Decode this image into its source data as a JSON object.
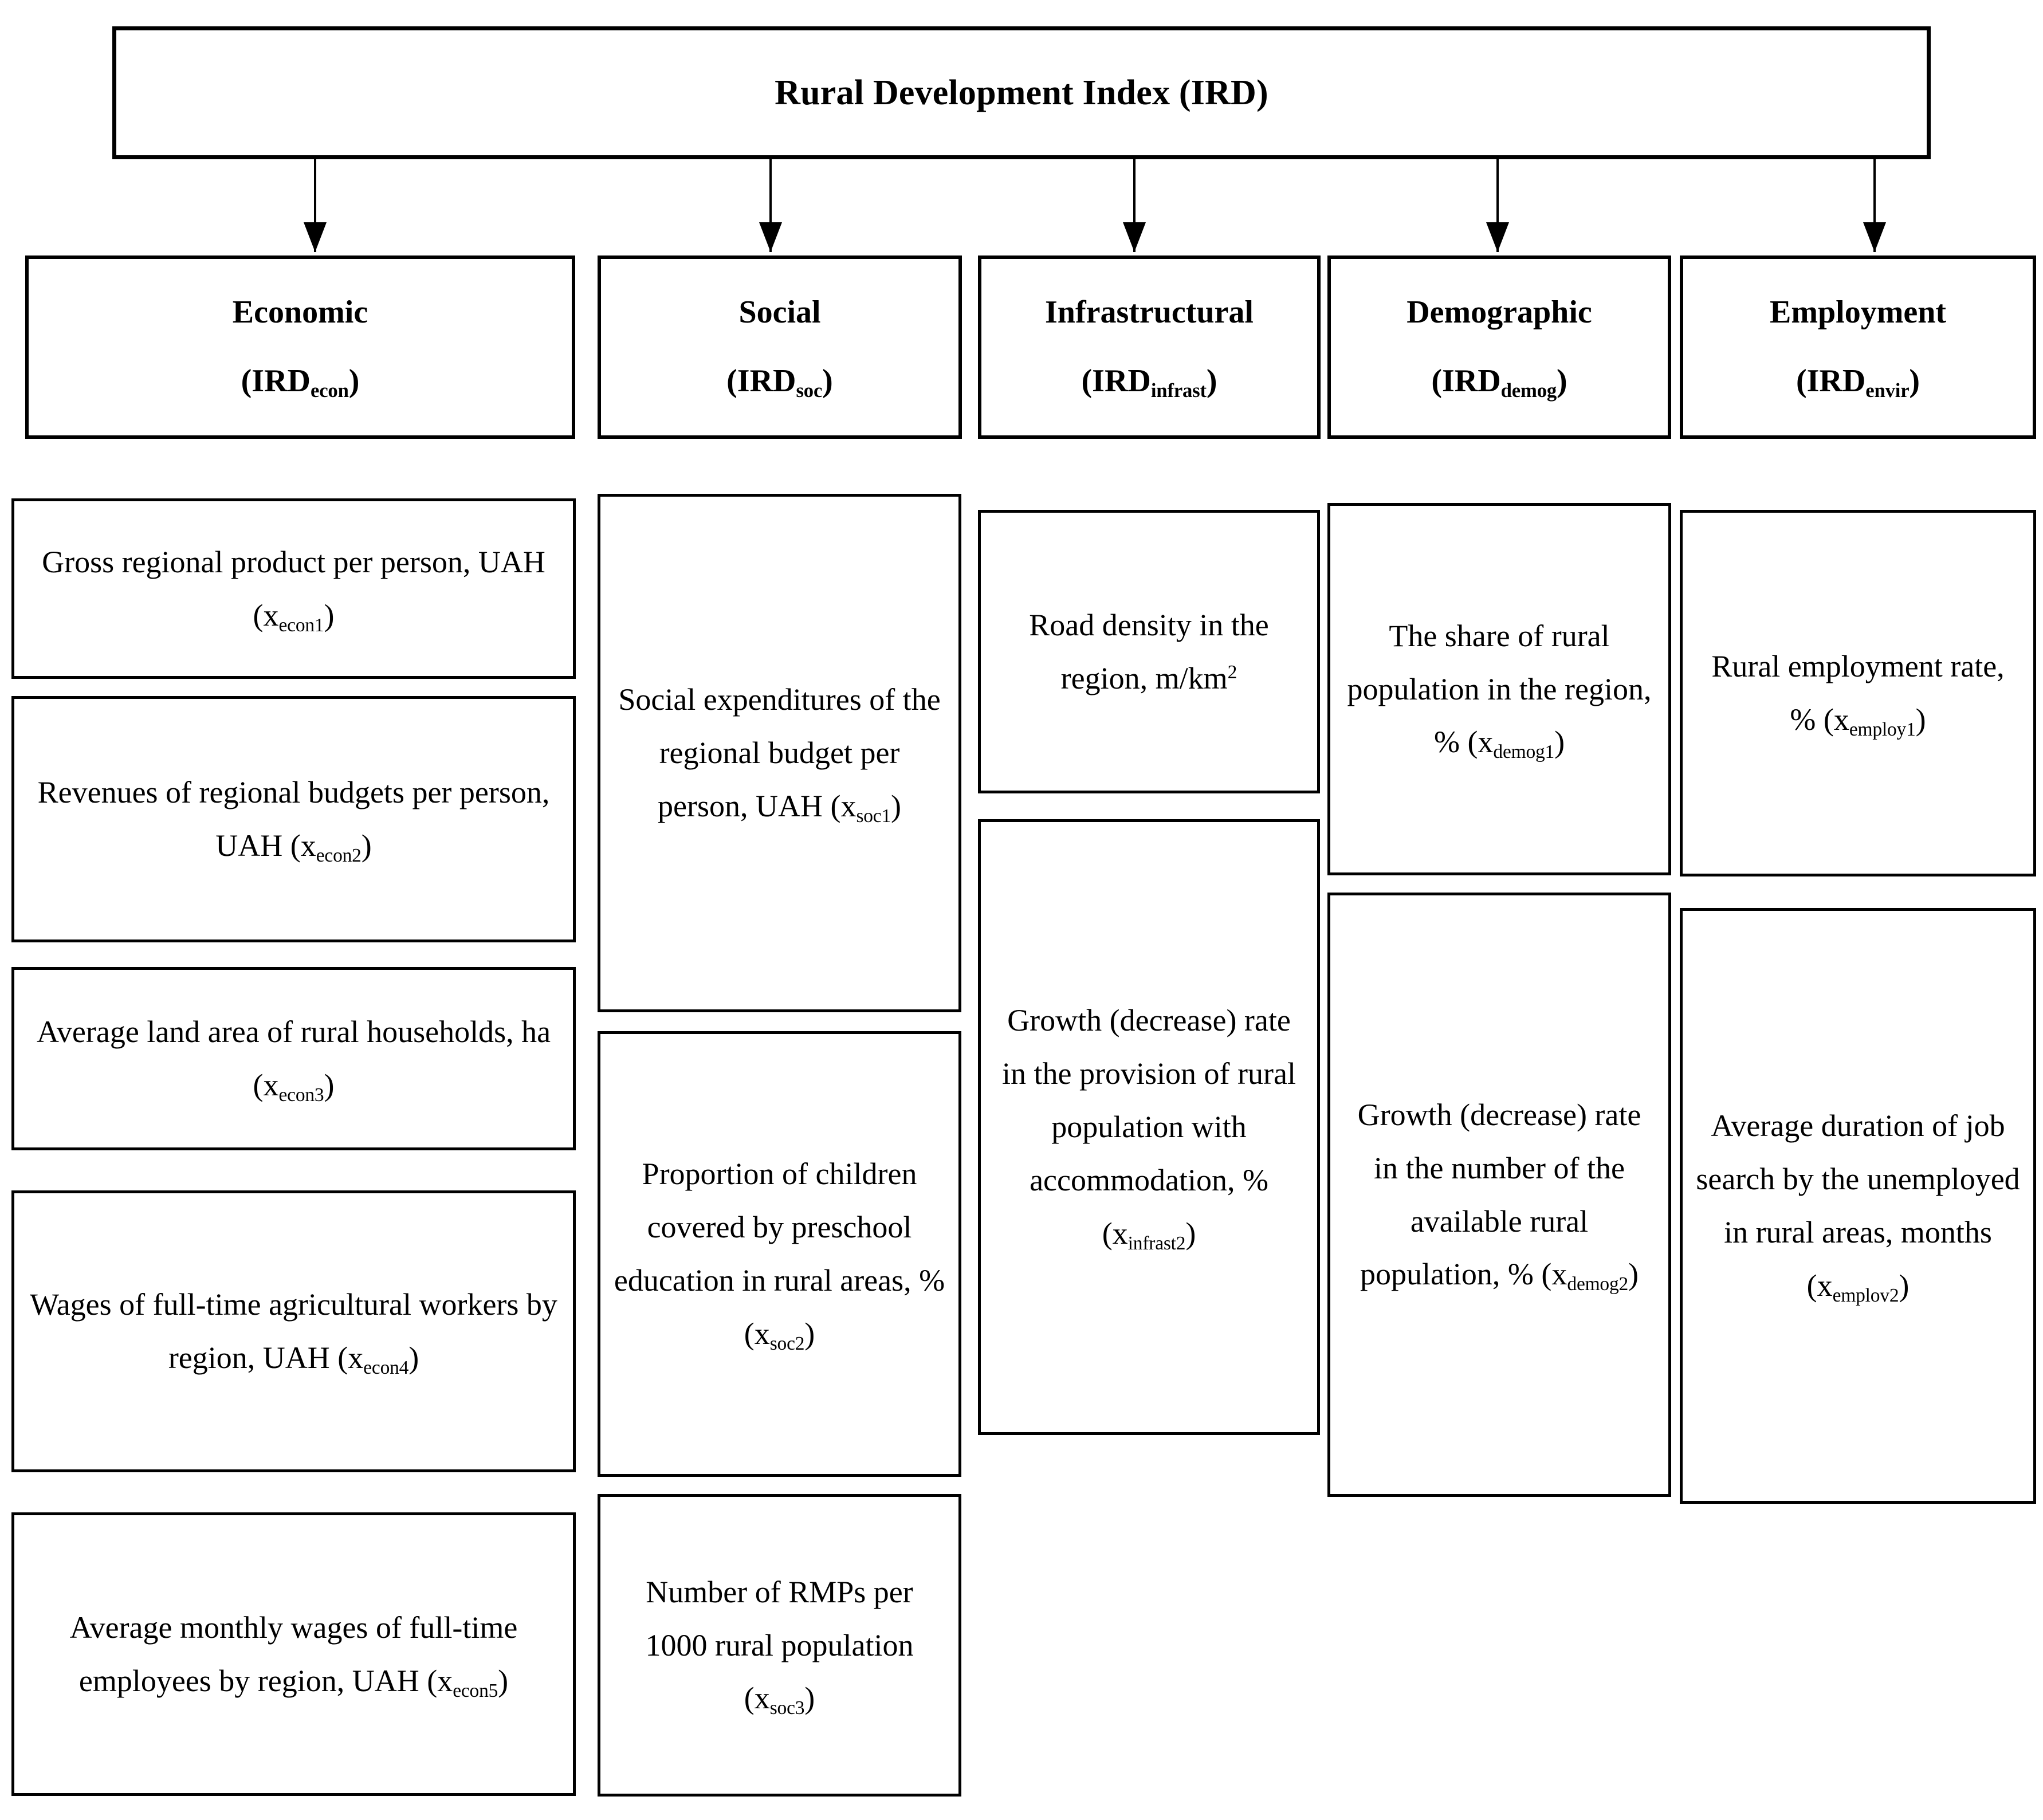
{
  "diagram": {
    "root": {
      "title": "Rural Development Index (IRD)"
    },
    "categories": [
      {
        "name": "Economic",
        "code_base": "(IRD",
        "code_sub": "econ",
        "code_close": ")"
      },
      {
        "name": "Social",
        "code_base": "(IRD",
        "code_sub": "soc",
        "code_close": ")"
      },
      {
        "name": "Infrastructural",
        "code_base": "(IRD",
        "code_sub": "infrast",
        "code_close": ")"
      },
      {
        "name": "Demographic",
        "code_base": "(IRD",
        "code_sub": "demog",
        "code_close": ")"
      },
      {
        "name": "Employment",
        "code_base": "(IRD",
        "code_sub": "envir",
        "code_close": ")"
      }
    ],
    "indicators": {
      "economic": [
        {
          "text": "Gross regional product per person, UAH",
          "var_open": "(x",
          "var_sub": "econ1",
          "var_close": ")"
        },
        {
          "text": "Revenues of regional budgets per person, UAH",
          "var_open": "(x",
          "var_sub": "econ2",
          "var_close": ")"
        },
        {
          "text": "Average land area of rural households, ha",
          "var_open": "(x",
          "var_sub": "econ3",
          "var_close": ")"
        },
        {
          "text": "Wages of full-time agricultural workers by region, UAH",
          "var_open": "(x",
          "var_sub": "econ4",
          "var_close": ")"
        },
        {
          "text": "Average monthly wages of full-time employees by region, UAH",
          "var_open": "(x",
          "var_sub": "econ5",
          "var_close": ")"
        }
      ],
      "social": [
        {
          "text": "Social expenditures of the regional budget per person, UAH",
          "var_open": "(x",
          "var_sub": "soc1",
          "var_close": ")"
        },
        {
          "text": "Proportion of children covered by preschool education in rural areas, %",
          "var_open": "(x",
          "var_sub": "soc2",
          "var_close": ")"
        },
        {
          "text": "Number of RMPs per 1000 rural population",
          "var_open": "(x",
          "var_sub": "soc3",
          "var_close": ")"
        }
      ],
      "infrastructural": [
        {
          "text": "Road density in the region, m/km",
          "sup": "2",
          "var_open": "",
          "var_sub": "",
          "var_close": ""
        },
        {
          "text": "Growth (decrease) rate in the provision of rural population with accommodation, %",
          "var_open": "(x",
          "var_sub": "infrast2",
          "var_close": ")"
        }
      ],
      "demographic": [
        {
          "text": "The share of rural population in the region, %",
          "var_open": "(x",
          "var_sub": "demog1",
          "var_close": ")"
        },
        {
          "text": "Growth (decrease) rate in the number of the available rural population, %",
          "var_open": "(x",
          "var_sub": "demog2",
          "var_close": ")"
        }
      ],
      "employment": [
        {
          "text": "Rural employment rate, %",
          "var_open": "(x",
          "var_sub": "employ1",
          "var_close": ")"
        },
        {
          "text": "Average duration of job search by the unemployed in rural areas, months",
          "var_open": "(x",
          "var_sub": "emplov2",
          "var_close": ")"
        }
      ]
    },
    "colors": {
      "stroke": "#000000",
      "fill": "#ffffff",
      "text": "#000000"
    }
  }
}
